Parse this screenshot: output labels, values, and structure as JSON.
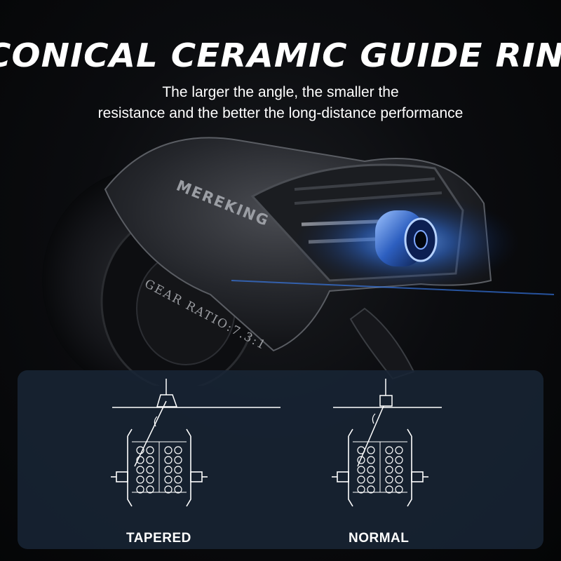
{
  "headline": "CONICAL CERAMIC GUIDE RING",
  "subtitle_line1": "The larger the angle, the smaller the",
  "subtitle_line2": "resistance and the better the long-distance performance",
  "reel": {
    "brand": "MEREKING",
    "gear_ratio_text": "GEAR RATIO:7.3:1"
  },
  "comparison": {
    "left_label": "TAPERED",
    "right_label": "NORMAL"
  },
  "colors": {
    "accent_glow": "#2f7bff",
    "panel": "#18243a",
    "text": "#ffffff"
  }
}
